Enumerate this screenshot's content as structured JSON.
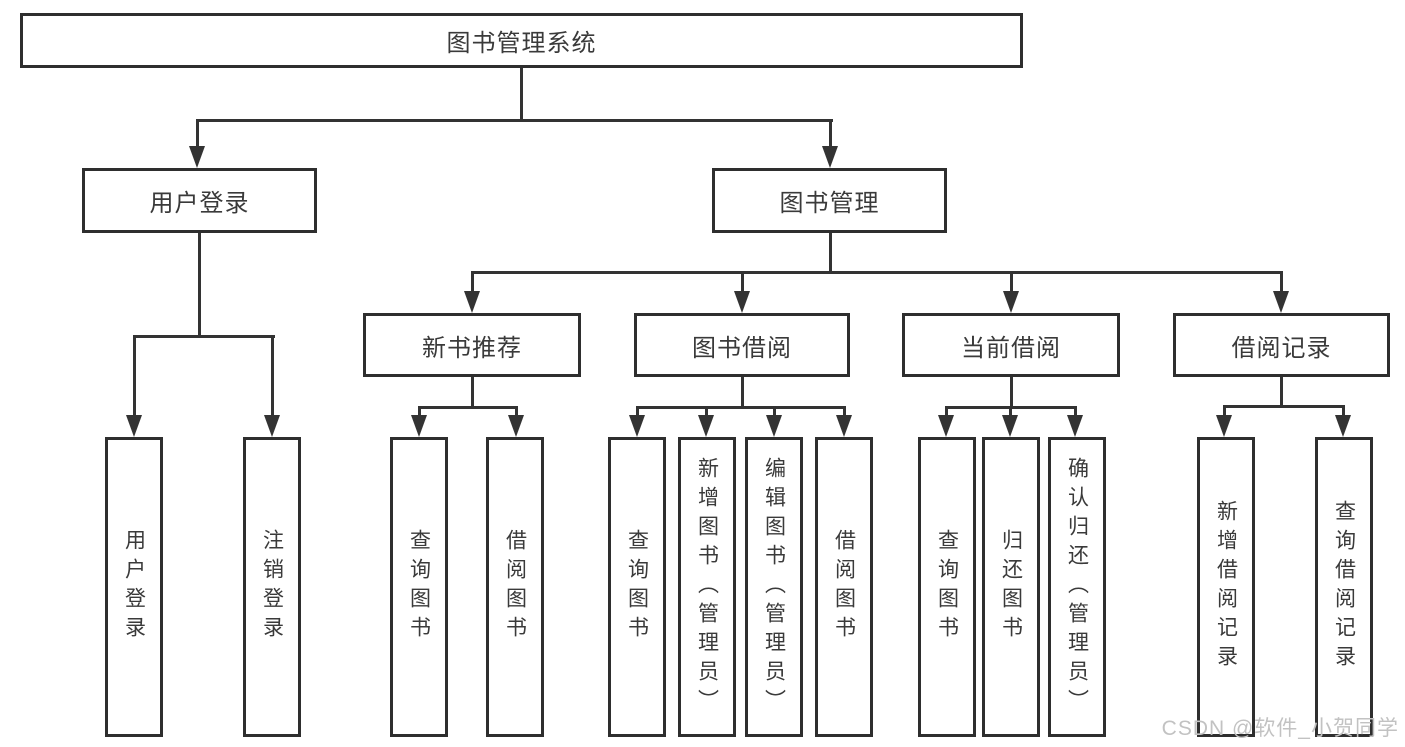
{
  "diagram": {
    "type": "hierarchy-diagram",
    "root": {
      "label": "图书管理系统"
    },
    "branches": [
      {
        "label": "用户登录",
        "children": [
          {
            "label": "用户登录"
          },
          {
            "label": "注销登录"
          }
        ]
      },
      {
        "label": "图书管理",
        "children": [
          {
            "label": "新书推荐",
            "children": [
              {
                "label": "查询图书"
              },
              {
                "label": "借阅图书"
              }
            ]
          },
          {
            "label": "图书借阅",
            "children": [
              {
                "label": "查询图书"
              },
              {
                "label": "新增图书（管理员）"
              },
              {
                "label": "编辑图书（管理员）"
              },
              {
                "label": "借阅图书"
              }
            ]
          },
          {
            "label": "当前借阅",
            "children": [
              {
                "label": "查询图书"
              },
              {
                "label": "归还图书"
              },
              {
                "label": "确认归还（管理员）"
              }
            ]
          },
          {
            "label": "借阅记录",
            "children": [
              {
                "label": "新增借阅记录"
              },
              {
                "label": "查询借阅记录"
              }
            ]
          }
        ]
      }
    ],
    "watermark": "CSDN @软件_小贺同学",
    "colors": {
      "line": "#333333",
      "border": "#2e2e2e",
      "text": "#3a3a3a",
      "watermark": "#c2c2c2",
      "background": "#ffffff"
    }
  }
}
